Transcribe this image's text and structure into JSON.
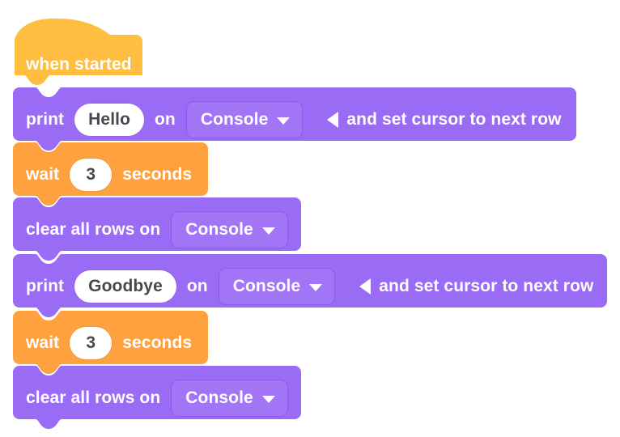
{
  "workspace": {
    "name": "block-script-workspace",
    "background_color": "#ffffff"
  },
  "palette": {
    "event_block_color": "#ffbe3f",
    "control_block_color": "#ffa13f",
    "console_block_color": "#9a6bf5",
    "dropdown_field_color": "#a274f6",
    "dropdown_border_color": "#8a5bef",
    "text_field_color": "#ffffff",
    "text_field_text_color": "#44494f",
    "block_text_color": "#ffffff"
  },
  "script": {
    "blocks": [
      {
        "id": "when-started",
        "kind": "hat",
        "color": "#ffbe3f",
        "label": "when started"
      },
      {
        "id": "print-hello",
        "kind": "statement",
        "color": "#9a6bf5",
        "label_print": "print",
        "text_value": "Hello",
        "label_on": "on",
        "dropdown_value": "Console",
        "label_tail": "and set cursor to next row",
        "collapse_icon": "triangle-left-icon"
      },
      {
        "id": "wait-1",
        "kind": "statement",
        "color": "#ffa13f",
        "label_wait": "wait",
        "number_value": "3",
        "label_seconds": "seconds"
      },
      {
        "id": "clear-rows-1",
        "kind": "statement",
        "color": "#9a6bf5",
        "label_clear": "clear all rows on",
        "dropdown_value": "Console"
      },
      {
        "id": "print-goodbye",
        "kind": "statement",
        "color": "#9a6bf5",
        "label_print": "print",
        "text_value": "Goodbye",
        "label_on": "on",
        "dropdown_value": "Console",
        "label_tail": "and set cursor to next row",
        "collapse_icon": "triangle-left-icon"
      },
      {
        "id": "wait-2",
        "kind": "statement",
        "color": "#ffa13f",
        "label_wait": "wait",
        "number_value": "3",
        "label_seconds": "seconds"
      },
      {
        "id": "clear-rows-2",
        "kind": "statement",
        "color": "#9a6bf5",
        "label_clear": "clear all rows on",
        "dropdown_value": "Console"
      }
    ]
  }
}
